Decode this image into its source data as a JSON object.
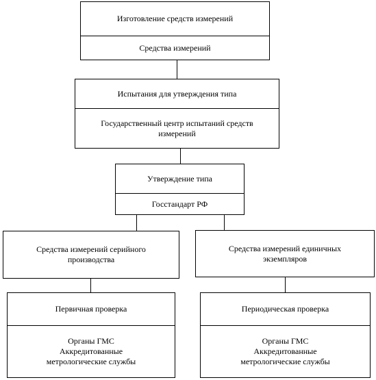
{
  "flow": {
    "manufacturing": {
      "title": "Изготовление  средств  измерений",
      "subtitle": "Средства  измерений"
    },
    "type_testing": {
      "title": "Испытания для утверждения типа",
      "subtitle": "Государственный центр испытаний средств\nизмерений"
    },
    "type_approval": {
      "title": "Утверждение  типа",
      "subtitle": "Госстандарт РФ"
    },
    "serial": {
      "title": "Средства  измерений  серийного\nпроизводства"
    },
    "single": {
      "title": "Средства  измерений  единичных\nэкземпляров"
    },
    "primary_check": {
      "title": "Первичная  проверка",
      "subtitle": "Органы ГМС\nАккредитованные\nметрологические службы"
    },
    "periodic_check": {
      "title": "Периодическая  проверка",
      "subtitle": "Органы ГМС\nАккредитованные\nметрологические службы"
    }
  }
}
